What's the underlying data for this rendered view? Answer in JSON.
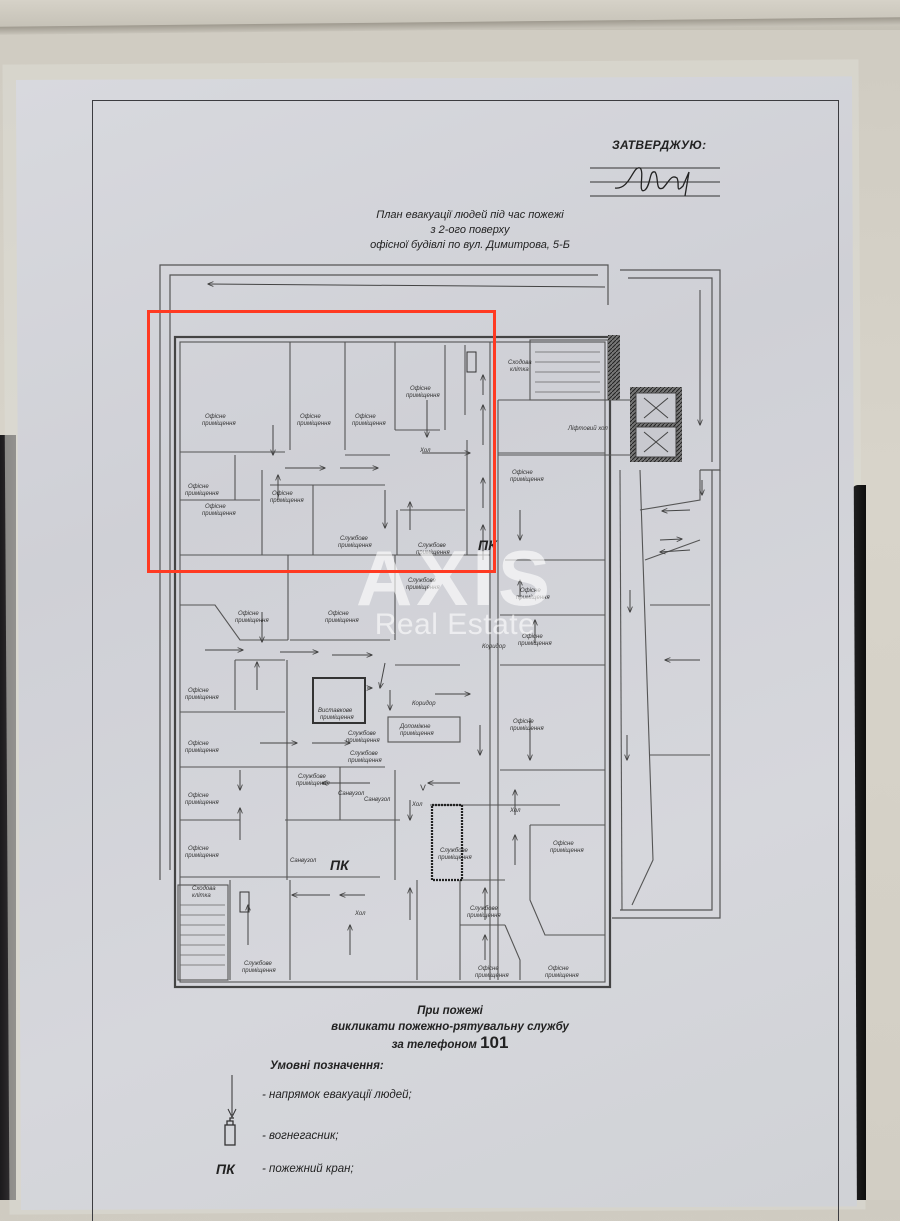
{
  "document": {
    "approval_label": "ЗАТВЕРДЖУЮ:",
    "title_lines": [
      "План евакуації людей під час пожежі",
      "з 2-ого поверху",
      "офісної будівлі по вул. Димитрова, 5-Б"
    ],
    "fire_note_lines": [
      "При пожежі",
      "викликати пожежно-рятувальну службу",
      "за телефоном"
    ],
    "fire_phone": "101",
    "legend": {
      "title": "Умовні позначення:",
      "items": [
        {
          "symbol": "arrow-down-icon",
          "label": "- напрямок евакуації людей;"
        },
        {
          "symbol": "fire-extinguisher-icon",
          "label": "- вогнегасник;"
        },
        {
          "symbol": "ПК",
          "label": "- пожежний кран;"
        }
      ]
    }
  },
  "watermark": {
    "main": "AXIS",
    "sub": "Real Estate"
  },
  "highlight": {
    "color": "#ff3a22",
    "area": "north-west wing offices"
  },
  "plan": {
    "rooms": {
      "office": "Офісні приміщення",
      "service": "Службове приміщення",
      "stairs": "Сходова клітка",
      "lift_hall": "Ліфтовий хол",
      "hall": "Хол",
      "corridor": "Коридор",
      "exhibition": "Виставкове приміщення",
      "auxiliary": "Допоміжне приміщення",
      "wc": "Санвузол"
    },
    "hydrant_label": "ПК"
  }
}
